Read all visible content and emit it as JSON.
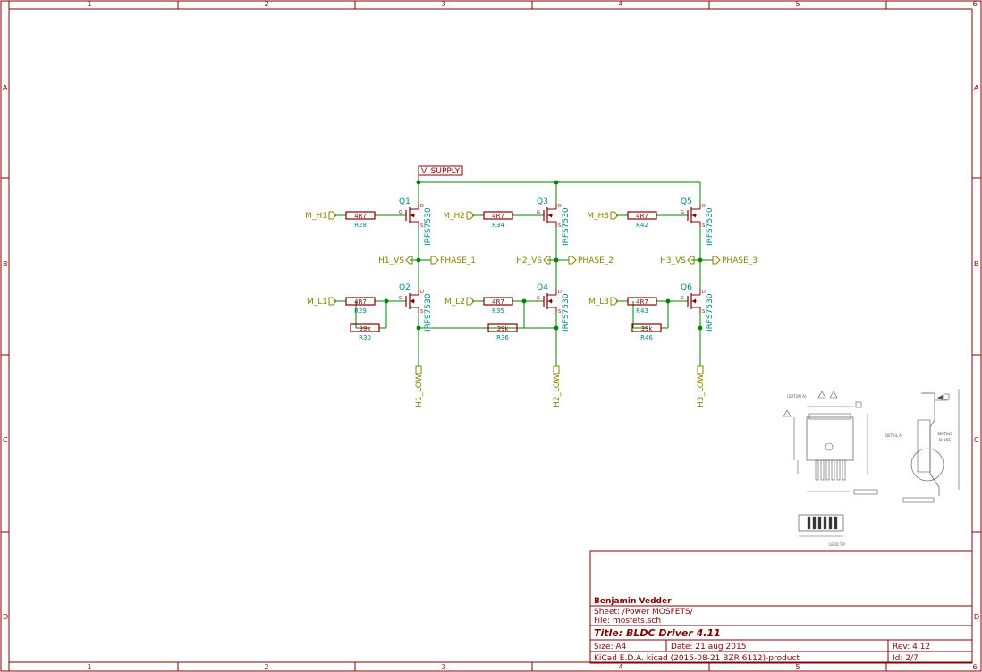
{
  "colors": {
    "frame": "#840000",
    "wire": "#008400",
    "component": "#840000",
    "ref": "#008484",
    "label": "#848400",
    "text": "#840000",
    "title_text": "#840000",
    "junction": "#008400"
  },
  "frame": {
    "columns": [
      "1",
      "2",
      "3",
      "4",
      "5",
      "6"
    ],
    "rows": [
      "A",
      "B",
      "C",
      "D"
    ]
  },
  "power": {
    "supply": "V_SUPPLY"
  },
  "stages": [
    {
      "hi_in": "M_H1",
      "lo_in": "M_L1",
      "r_hi_val": "4R7",
      "r_hi_ref": "R28",
      "r_lo_val": "4R7",
      "r_lo_ref": "R29",
      "r_pd_val": "39k",
      "r_pd_ref": "R30",
      "q_hi_ref": "Q1",
      "q_lo_ref": "Q2",
      "q_part": "IRFS7530",
      "vs": "H1_VS",
      "phase": "PHASE_1",
      "low": "H1_LOW"
    },
    {
      "hi_in": "M_H2",
      "lo_in": "M_L2",
      "r_hi_val": "4R7",
      "r_hi_ref": "R34",
      "r_lo_val": "4R7",
      "r_lo_ref": "R35",
      "r_pd_val": "39k",
      "r_pd_ref": "R36",
      "q_hi_ref": "Q3",
      "q_lo_ref": "Q4",
      "q_part": "IRFS7530",
      "vs": "H2_VS",
      "phase": "PHASE_2",
      "low": "H2_LOW"
    },
    {
      "hi_in": "M_H3",
      "lo_in": "M_L3",
      "r_hi_val": "4R7",
      "r_hi_ref": "R42",
      "r_lo_val": "4R7",
      "r_lo_ref": "R43",
      "r_pd_val": "39k",
      "r_pd_ref": "R46",
      "q_hi_ref": "Q5",
      "q_lo_ref": "Q6",
      "q_part": "IRFS7530",
      "vs": "H3_VS",
      "phase": "PHASE_3",
      "low": "H3_LOW"
    }
  ],
  "pins": {
    "g": "G",
    "d": "D",
    "s": "S"
  },
  "drawing": {
    "datum": "(DATUM A)",
    "detail": "DETAIL A",
    "seating": "SEATING",
    "plane": "PLANE",
    "lead_tip": "LEAD TIP"
  },
  "title_block": {
    "company": "Benjamin Vedder",
    "sheet": "Sheet: /Power MOSFETS/",
    "file": "File: mosfets.sch",
    "title": "Title: BLDC Driver 4.11",
    "size": "Size: A4",
    "date": "Date: 21 aug 2015",
    "rev": "Rev: 4.12",
    "tool": "KiCad E.D.A.  kicad (2015-08-21 BZR 6112)-product",
    "id": "Id: 2/7"
  }
}
